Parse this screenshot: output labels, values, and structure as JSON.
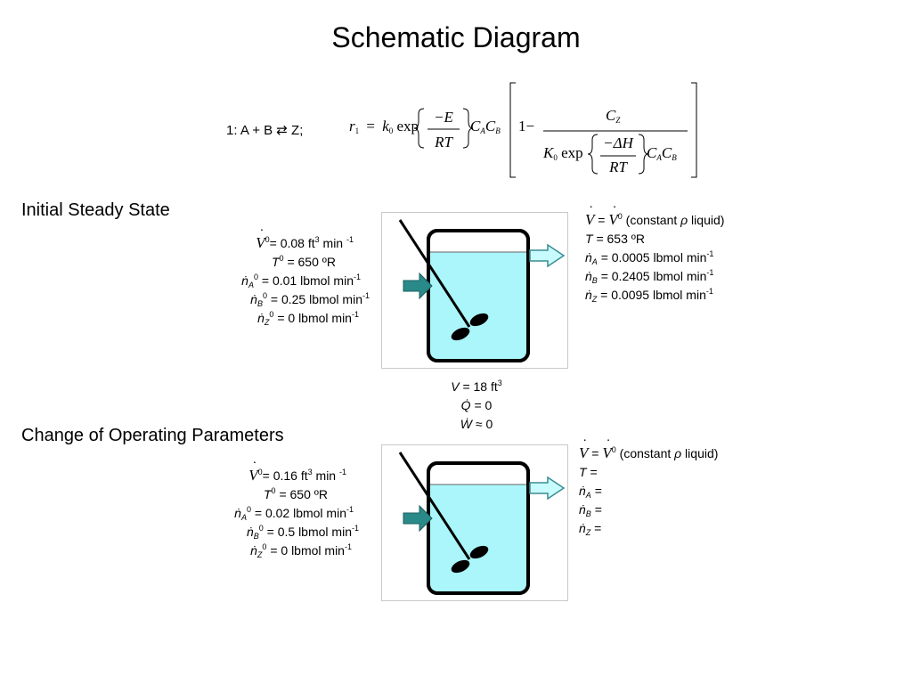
{
  "title": "Schematic Diagram",
  "reaction": {
    "label": "1: A + B ⇄ Z;",
    "rate_symbol": "r",
    "rate_sub": "1",
    "equals": "=",
    "k": "k",
    "k_sub": "0",
    "exp": "exp",
    "minus_E": "−E",
    "RT": "RT",
    "C": "C",
    "A": "A",
    "B": "B",
    "one_minus": "1−",
    "Cz": "C",
    "Z": "Z",
    "K": "K",
    "K_sub": "0",
    "minus_dH": "−ΔH"
  },
  "sections": {
    "initial": "Initial Steady State",
    "change": "Change of Operating Parameters"
  },
  "symbols": {
    "V": "V",
    "zero": "0",
    "T": "T",
    "n": "ṅ",
    "A": "A",
    "B": "B",
    "Z": "Z",
    "minus1": "-1",
    "three": "3",
    "eq": " =",
    "outlet_eq": " = ",
    "const": " (constant ",
    "rho": "ρ",
    "liquid": " liquid)"
  },
  "initial_inlet": {
    "V": "= 0.08 ft",
    "V_unit": " min ",
    "T": " = 650 ºR",
    "nA": " = 0.01 lbmol min",
    "nB": " = 0.25 lbmol min",
    "nZ": " = 0 lbmol min"
  },
  "initial_outlet": {
    "T": " = 653 ºR",
    "nA": " = 0.0005 lbmol min",
    "nB": " = 0.2405 lbmol min",
    "nZ": " = 0.0095 lbmol min"
  },
  "reactor": {
    "V_label": "V",
    "V_val": " = 18 ft",
    "Q_label": "Q̇",
    "Q_val": " = 0",
    "W_label": "Ẇ",
    "W_val": " ≈ 0"
  },
  "change_inlet": {
    "V": "= 0.16 ft",
    "V_unit": " min ",
    "T": " = 650 ºR",
    "nA": " = 0.02 lbmol min",
    "nB": " = 0.5 lbmol min",
    "nZ": " = 0 lbmol min"
  },
  "change_outlet": {
    "T": " =",
    "nA": " =",
    "nB": " =",
    "nZ": " ="
  },
  "colors": {
    "liquid": "#aaf6fb",
    "inlet_arrow": "#2a8a8a",
    "outlet_arrow": "#c8fbfd"
  }
}
